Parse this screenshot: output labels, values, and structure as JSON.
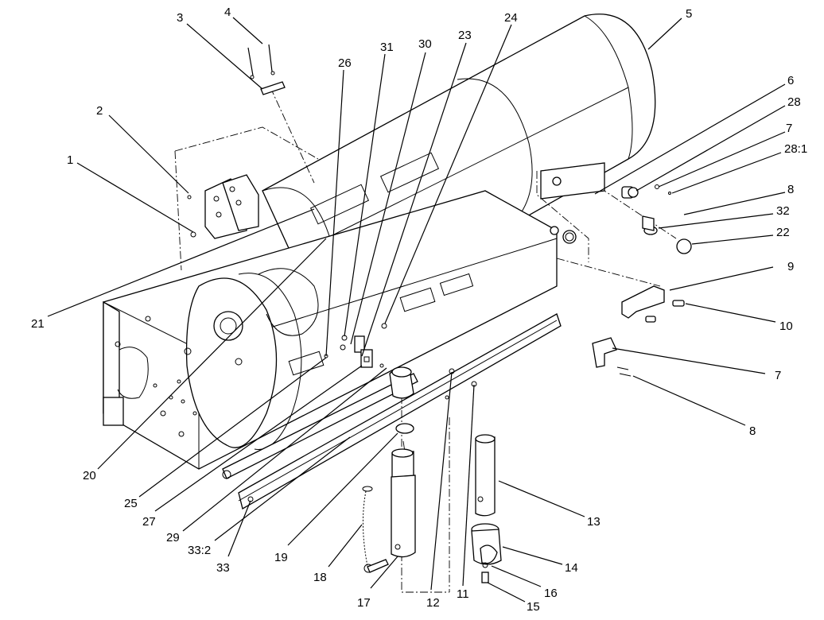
{
  "diagram": {
    "callouts": [
      {
        "id": "c1",
        "text": "1"
      },
      {
        "id": "c2",
        "text": "2"
      },
      {
        "id": "c3",
        "text": "3"
      },
      {
        "id": "c4",
        "text": "4"
      },
      {
        "id": "c5",
        "text": "5"
      },
      {
        "id": "c6",
        "text": "6"
      },
      {
        "id": "c28",
        "text": "28"
      },
      {
        "id": "c7a",
        "text": "7"
      },
      {
        "id": "c28b",
        "text": "28:1"
      },
      {
        "id": "c8a",
        "text": "8"
      },
      {
        "id": "c32",
        "text": "32"
      },
      {
        "id": "c22",
        "text": "22"
      },
      {
        "id": "c9",
        "text": "9"
      },
      {
        "id": "c10",
        "text": "10"
      },
      {
        "id": "c7b",
        "text": "7"
      },
      {
        "id": "c8b",
        "text": "8"
      },
      {
        "id": "c13",
        "text": "13"
      },
      {
        "id": "c14",
        "text": "14"
      },
      {
        "id": "c16",
        "text": "16"
      },
      {
        "id": "c15",
        "text": "15"
      },
      {
        "id": "c11",
        "text": "11"
      },
      {
        "id": "c12",
        "text": "12"
      },
      {
        "id": "c17",
        "text": "17"
      },
      {
        "id": "c18",
        "text": "18"
      },
      {
        "id": "c19",
        "text": "19"
      },
      {
        "id": "c33",
        "text": "33"
      },
      {
        "id": "c33b",
        "text": "33:2"
      },
      {
        "id": "c29",
        "text": "29"
      },
      {
        "id": "c27",
        "text": "27"
      },
      {
        "id": "c25",
        "text": "25"
      },
      {
        "id": "c20",
        "text": "20"
      },
      {
        "id": "c21",
        "text": "21"
      },
      {
        "id": "c26",
        "text": "26"
      },
      {
        "id": "c31",
        "text": "31"
      },
      {
        "id": "c30",
        "text": "30"
      },
      {
        "id": "c23",
        "text": "23"
      },
      {
        "id": "c24",
        "text": "24"
      }
    ]
  }
}
